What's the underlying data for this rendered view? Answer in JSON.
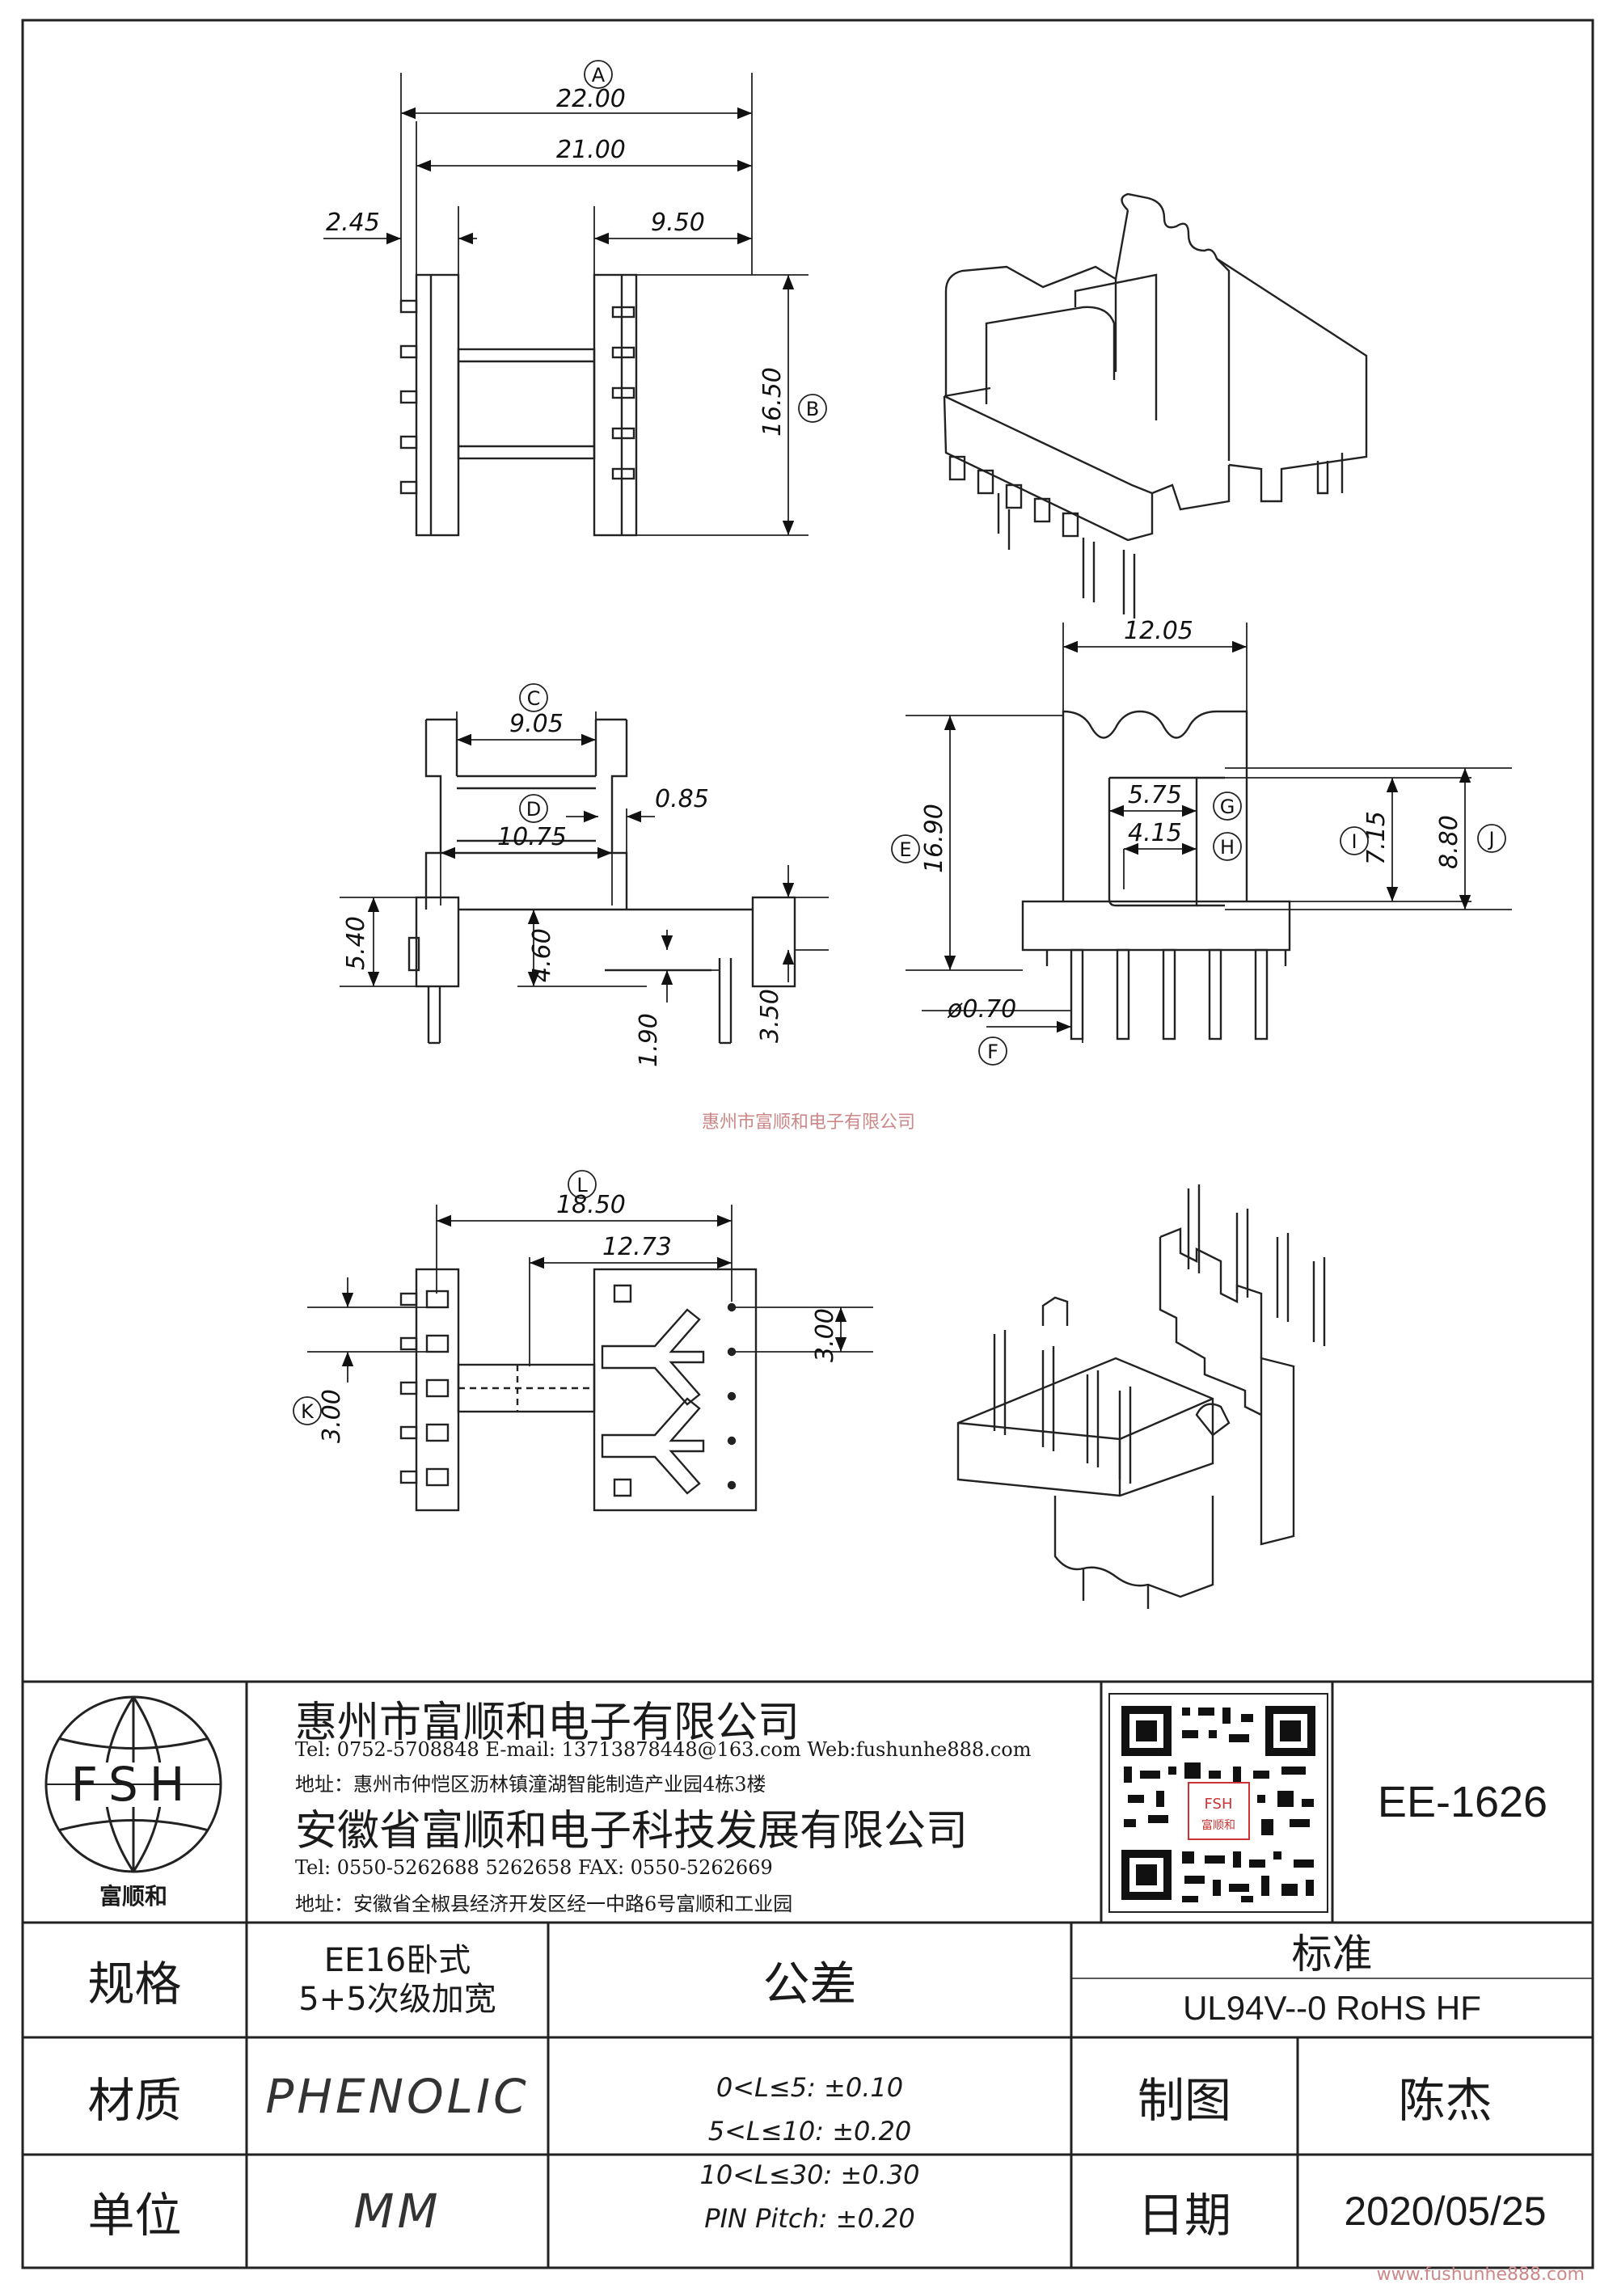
{
  "watermark": "惠州市富顺和电子有限公司",
  "footer_url": "www.fushunhe888.com",
  "dimensions": {
    "A": "22.00",
    "B": "16.50",
    "C": "9.05",
    "D": "10.75",
    "E": "16.90",
    "F": "ø0.70",
    "G": "5.75",
    "H": "4.15",
    "I": "7.15",
    "J": "8.80",
    "K": "3.00",
    "L": "18.50",
    "d_21": "21.00",
    "d_245": "2.45",
    "d_950": "9.50",
    "d_1205": "12.05",
    "d_085": "0.85",
    "d_540": "5.40",
    "d_460": "4.60",
    "d_190": "1.90",
    "d_350": "3.50",
    "d_1273": "12.73",
    "d_300b": "3.00"
  },
  "circle_labels": [
    "A",
    "B",
    "C",
    "D",
    "E",
    "F",
    "G",
    "H",
    "I",
    "J",
    "K",
    "L"
  ],
  "logo": {
    "letters": "FSH",
    "name": "富顺和"
  },
  "company1": {
    "name": "惠州市富顺和电子有限公司",
    "contact": "Tel: 0752-5708848  E-mail: 13713878448@163.com  Web:fushunhe888.com",
    "address": "地址：惠州市仲恺区沥林镇潼湖智能制造产业园4栋3楼"
  },
  "company2": {
    "name": "安徽省富顺和电子科技发展有限公司",
    "contact": "Tel:  0550-5262688  5262658      FAX: 0550-5262669",
    "address": "地址：安徽省全椒县经济开发区经一中路6号富顺和工业园"
  },
  "part_code": "EE-1626",
  "table": {
    "spec_label": "规格",
    "spec_value_1": "EE16卧式",
    "spec_value_2": "5+5次级加宽",
    "tolerance_label": "公差",
    "standard_label": "标准",
    "standard_value": "UL94V--0  RoHS HF",
    "material_label": "材质",
    "material_value": "PHENOLIC",
    "drawer_label": "制图",
    "drawer_value": "陈杰",
    "unit_label": "单位",
    "unit_value": "MM",
    "date_label": "日期",
    "date_value": "2020/05/25",
    "tolerances": [
      "0<L≤5: ±0.10",
      "5<L≤10: ±0.20",
      "10<L≤30: ±0.30",
      "PIN Pitch: ±0.20"
    ]
  }
}
